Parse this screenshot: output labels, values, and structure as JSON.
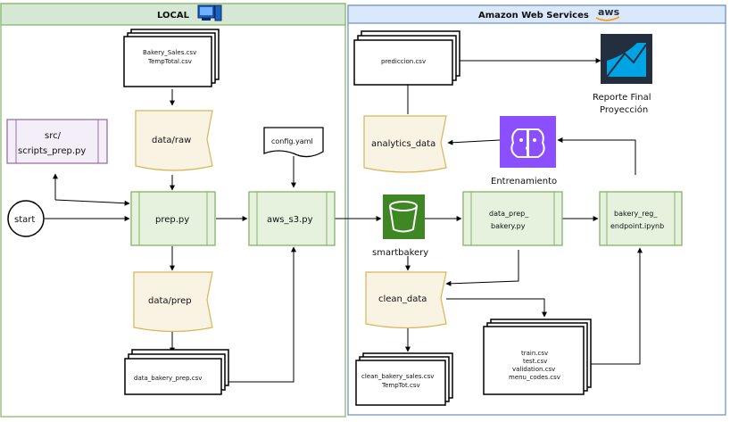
{
  "panels": {
    "local": {
      "title": "LOCAL"
    },
    "aws": {
      "title": "Amazon Web Services",
      "logo_text": "aws"
    }
  },
  "nodes": {
    "bakery_sales_csv": {
      "line1": "Bakery_Sales.csv",
      "line2": "TempTotal.csv"
    },
    "data_raw": {
      "label": "data/raw"
    },
    "src_scripts": {
      "line1": "src/",
      "line2": "scripts_prep.py"
    },
    "config_yaml": {
      "label": "config.yaml"
    },
    "start": {
      "label": "start"
    },
    "prep_py": {
      "label": "prep.py"
    },
    "aws_s3_py": {
      "label": "aws_s3.py"
    },
    "data_prep": {
      "label": "data/prep"
    },
    "data_bakery_prep": {
      "label": "data_bakery_prep.csv"
    },
    "prediccion_csv": {
      "label": "prediccion.csv"
    },
    "reporte": {
      "line1": "Reporte Final",
      "line2": "Proyección"
    },
    "analytics_data": {
      "label": "analytics_data"
    },
    "entrenamiento": {
      "label": "Entrenamiento"
    },
    "smartbakery": {
      "label": "smartbakery"
    },
    "data_prep_bakery": {
      "line1": "data_prep_",
      "line2": "bakery.py"
    },
    "bakery_reg": {
      "line1": "bakery_reg_",
      "line2": "endpoint.ipynb"
    },
    "clean_data": {
      "label": "clean_data"
    },
    "clean_bakery_csv": {
      "line1": "clean_bakery_sales.csv",
      "line2": "TempTot.csv"
    },
    "train_files": {
      "line1": "train.csv",
      "line2": "test.csv",
      "line3": "validation.csv",
      "line4": "menu_codes.csv"
    }
  },
  "colors": {
    "local_border": "#82b366",
    "local_header": "#d5e8d4",
    "aws_border": "#6c8ebf",
    "aws_header": "#dae8fc",
    "green_box": "#e6f2de",
    "green_border": "#82b366",
    "tan_fill": "#f8f3e2",
    "tan_border": "#d6b656",
    "purple_fill": "#f3eef7",
    "purple_border": "#9673a6",
    "s3_green": "#3f8624",
    "sagemaker_purple": "#8c4fff",
    "quicksight_dark": "#232f3e",
    "quicksight_blue": "#00a4e4"
  },
  "icons": [
    "computer-icon",
    "aws-logo-icon",
    "s3-bucket-icon",
    "sagemaker-brain-icon",
    "quicksight-icon"
  ]
}
